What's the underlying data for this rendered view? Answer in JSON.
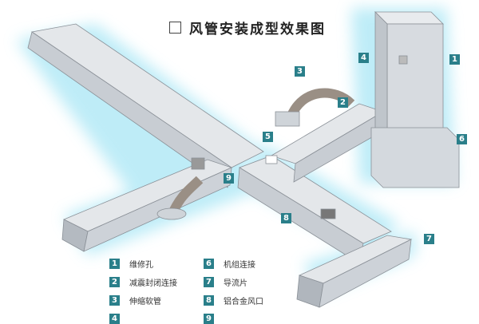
{
  "title": "风管安装成型效果图",
  "colors": {
    "badge": "#2a7f8a",
    "duct": "#d9dde2",
    "glow": "#a9e6f5"
  },
  "callouts": [
    "1",
    "2",
    "3",
    "4",
    "5",
    "6",
    "7",
    "8",
    "9"
  ],
  "legend": [
    {
      "num": "1",
      "label": "维修孔"
    },
    {
      "num": "2",
      "label": "减震封闭连接"
    },
    {
      "num": "3",
      "label": "伸缩软管"
    },
    {
      "num": "4",
      "label": ""
    },
    {
      "num": "6",
      "label": "机组连接"
    },
    {
      "num": "7",
      "label": "导流片"
    },
    {
      "num": "8",
      "label": "铝合金风口"
    },
    {
      "num": "9",
      "label": ""
    }
  ]
}
